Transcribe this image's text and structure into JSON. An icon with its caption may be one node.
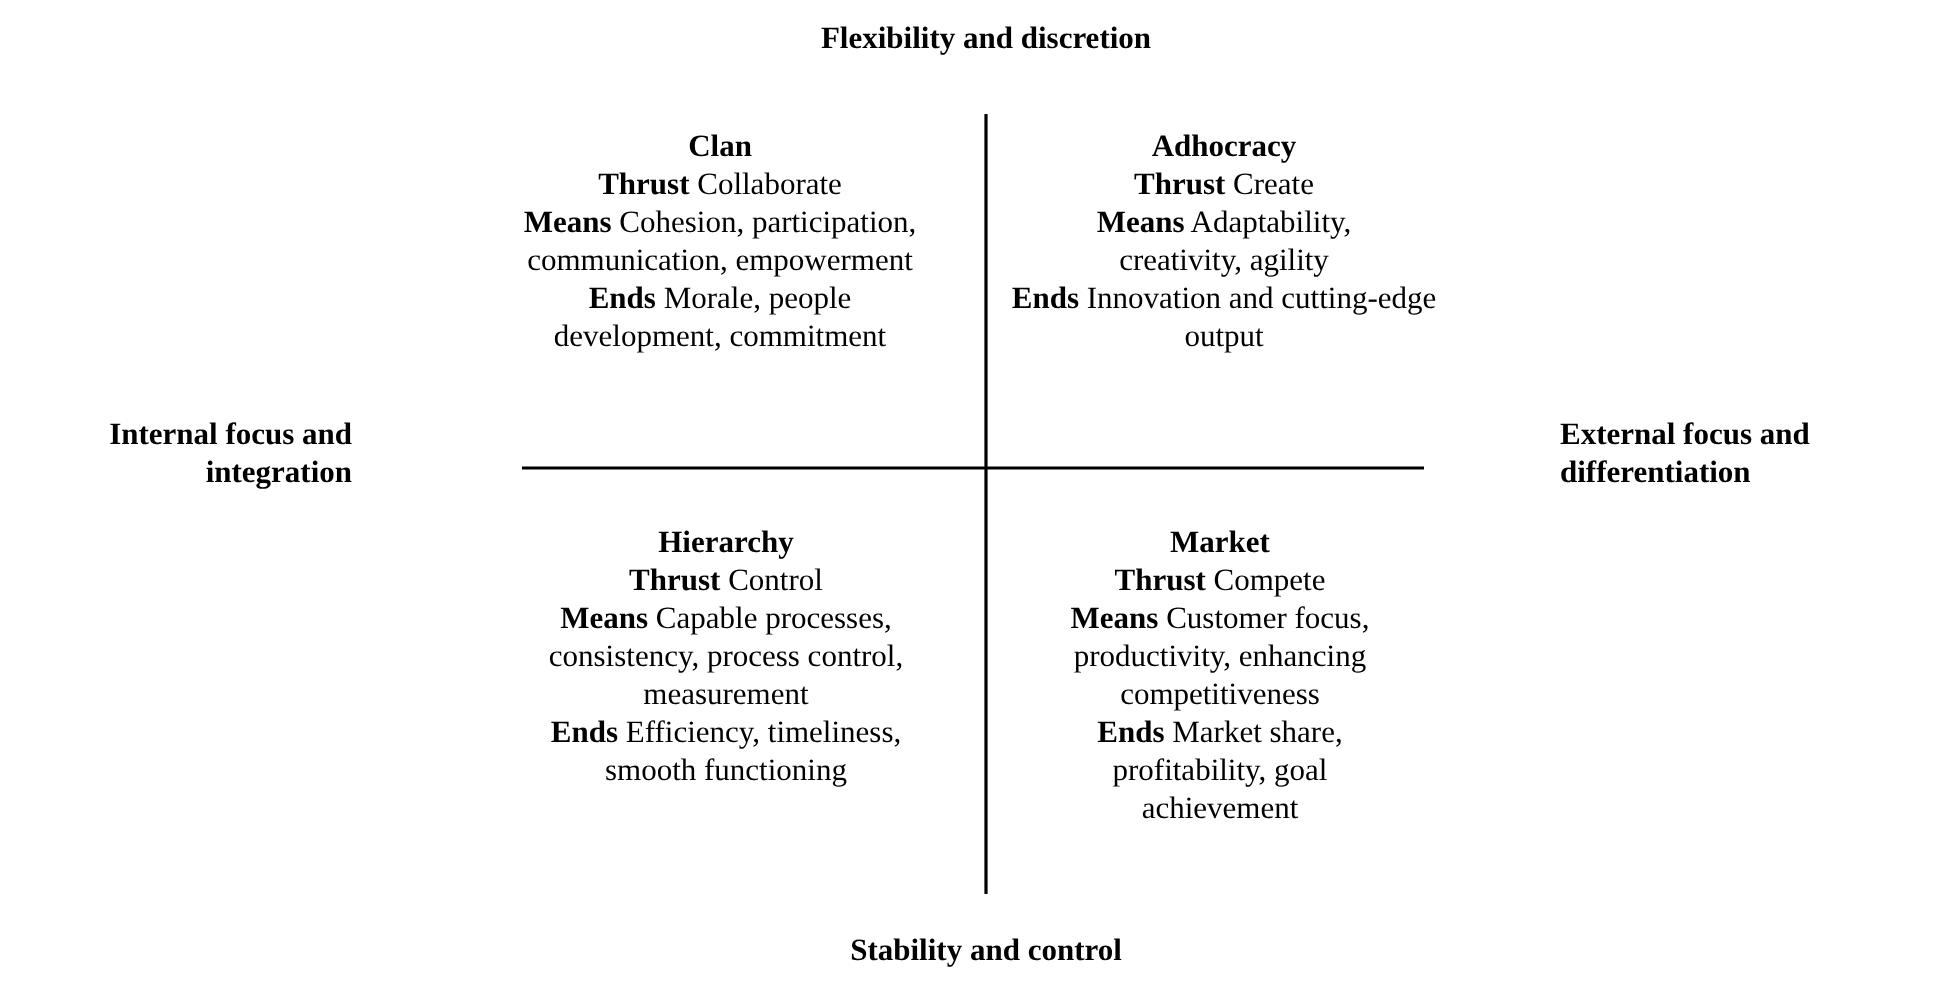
{
  "diagram": {
    "labels": [
      "Flexibility and discretion",
      "Clan",
      "**Thrust** Collaborate",
      "**Means** Cohesion, participation, communication, empowerment",
      "**Ends** Morale, people development, commitment",
      "Adhocracy",
      "**Thrust** Create",
      "**Means** Adaptability, creativity, agility",
      "**Ends** Innovation and cutting-edge output",
      "Internal focus and integration",
      "External focus and differentiation",
      "Hierarchy",
      "**Thrust** Control",
      "**Means** Capable processes, consistency, process control, measurement",
      "**Ends** Efficiency, timeliness, smooth functioning",
      "Market",
      "**Thrust** Compete",
      "**Means** Customer focus, productivity, enhancing competitiveness",
      "**Ends** Market share, profitability, goal achievement",
      "Stability and control"
    ]
  }
}
